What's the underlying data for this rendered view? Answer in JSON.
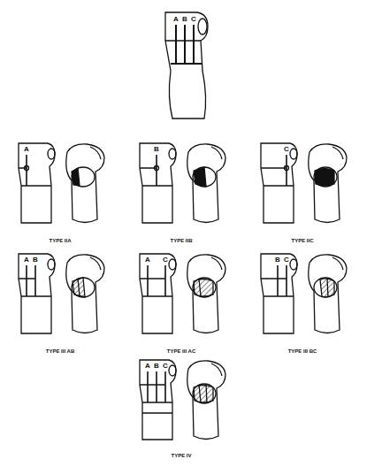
{
  "diagram": {
    "labels": [
      "A",
      "B",
      "C",
      "A",
      "B",
      "C",
      "TYPE IIA",
      "TYPE IIB",
      "TYPE IIC",
      "A",
      "B",
      "A",
      "C",
      "B",
      "C",
      "TYPE III AB",
      "TYPE III AC",
      "TYPE III BC",
      "A",
      "B",
      "C",
      "TYPE IV"
    ]
  }
}
